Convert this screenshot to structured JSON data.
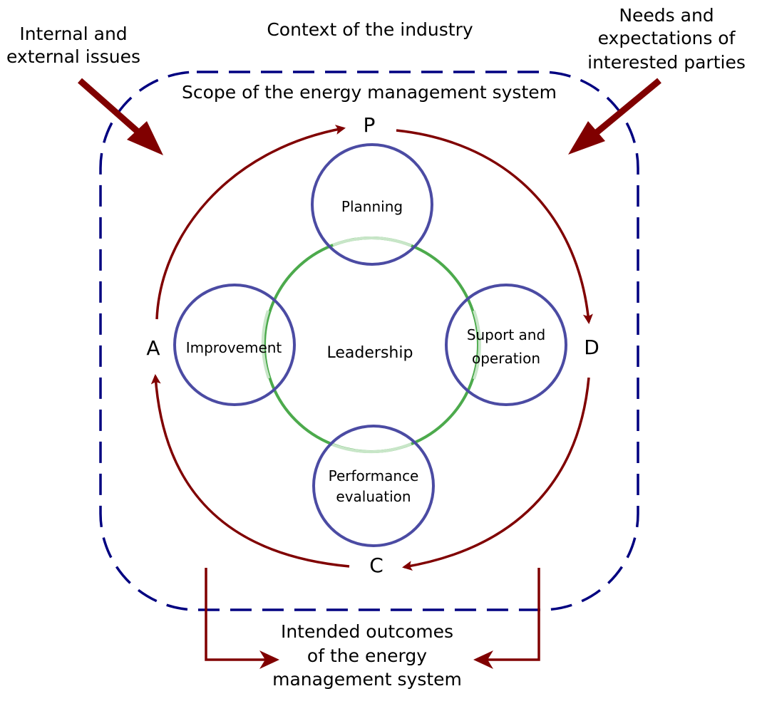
{
  "colors": {
    "boundary": "#000080",
    "arrow": "#800000",
    "process_circle": "#4b4ba3",
    "leadership_circle": "#4caa4c",
    "leadership_circle_faded": "#c8e6c8"
  },
  "context_label": "Context of the industry",
  "scope_label": "Scope of the energy management system",
  "inputs": {
    "left": [
      "Internal and",
      "external issues"
    ],
    "right": [
      "Needs and",
      "expectations of",
      "interested parties"
    ]
  },
  "pdca": {
    "plan": "P",
    "do": "D",
    "check": "C",
    "act": "A"
  },
  "center": "Leadership",
  "processes": {
    "planning": [
      "Planning"
    ],
    "support": [
      "Suport and",
      "operation"
    ],
    "performance": [
      "Performance",
      "evaluation"
    ],
    "improvement": [
      "Improvement"
    ]
  },
  "outcome": [
    "Intended outcomes",
    "of the energy",
    "management system"
  ]
}
